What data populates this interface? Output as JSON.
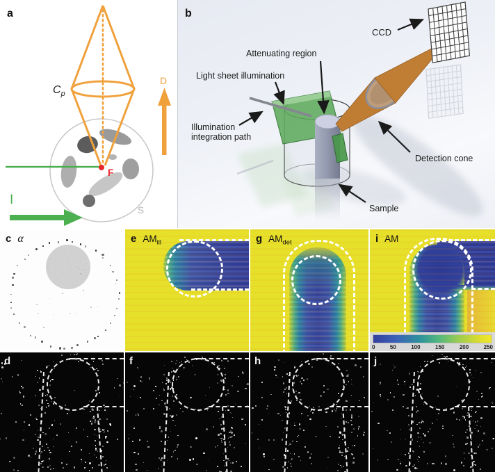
{
  "panel_a": {
    "label": "a",
    "cone_label": "C",
    "cone_label_sub": "p",
    "detection_axis_label": "D",
    "focus_label": "F",
    "sample_label": "S",
    "illumination_label": "I"
  },
  "panel_b": {
    "label": "b",
    "ccd_label": "CCD",
    "attenuating_label": "Attenuating region",
    "light_sheet_label": "Light sheet illumination",
    "illum_path_label_line1": "Illumination",
    "illum_path_label_line2": "integration path",
    "detection_cone_label": "Detection cone",
    "sample_label": "Sample"
  },
  "panel_c": {
    "label": "c",
    "alpha_label": "α"
  },
  "panel_e": {
    "label": "e",
    "map_label": "AM",
    "map_label_sub": "ill"
  },
  "panel_g": {
    "label": "g",
    "map_label": "AM",
    "map_label_sub": "det"
  },
  "panel_i": {
    "label": "i",
    "map_label": "AM",
    "colorbar_ticks": [
      "0",
      "50",
      "100",
      "150",
      "200",
      "250"
    ]
  },
  "panel_d": {
    "label": "d"
  },
  "panel_f": {
    "label": "f"
  },
  "panel_h": {
    "label": "h"
  },
  "panel_j": {
    "label": "j"
  },
  "colors": {
    "accent_orange": "#f0a13c",
    "accent_green": "#4caf50",
    "accent_red": "#e8262a",
    "heat_yellow": "#e7e02a",
    "heat_blue": "#3a489f",
    "heat_teal": "#2f86a8",
    "panel_b_background": "#eaedf4"
  }
}
